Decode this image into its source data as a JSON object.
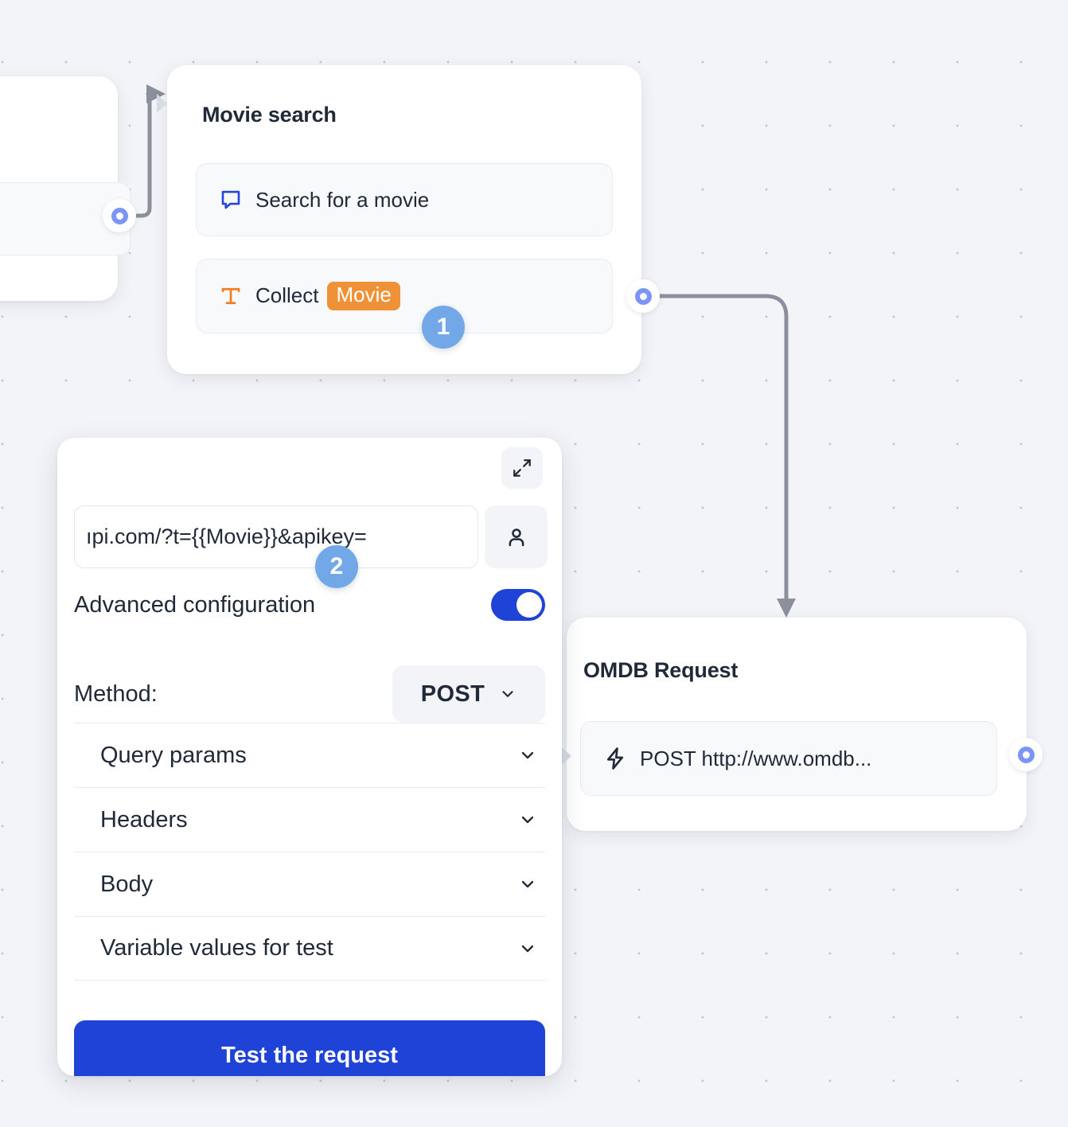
{
  "canvas": {
    "background_color": "#f2f4f8",
    "dot_color": "#c3c9da"
  },
  "nodes": [
    {
      "id": "movie-search",
      "title": "Movie search",
      "rows": [
        {
          "icon": "chat-bubble-icon",
          "label": "Search for a movie",
          "icon_color": "#2546d8"
        },
        {
          "icon": "text-t-icon",
          "label": "Collect",
          "chip": "Movie",
          "icon_color": "#ef7f24",
          "chip_color": "#ef9237"
        }
      ]
    },
    {
      "id": "omdb-request",
      "title": "OMDB Request",
      "rows": [
        {
          "icon": "lightning-bolt-icon",
          "label": "POST http://www.omdb...",
          "icon_color": "#222a3a"
        }
      ]
    }
  ],
  "config_panel": {
    "expand_icon": "expand-diagonal-icon",
    "url": {
      "value": "ıpi.com/?t={{Movie}}&apikey=",
      "placeholder": "Enter request URL"
    },
    "user_icon": "person-icon",
    "advanced": {
      "label": "Advanced configuration",
      "toggle_on": true,
      "toggle_color": "#1f43d6"
    },
    "method": {
      "label": "Method:",
      "value": "POST",
      "chevron_icon": "chevron-down-icon"
    },
    "accordions": [
      {
        "label": "Query params",
        "icon": "chevron-down-icon",
        "expanded": false
      },
      {
        "label": "Headers",
        "icon": "chevron-down-icon",
        "expanded": false
      },
      {
        "label": "Body",
        "icon": "chevron-down-icon",
        "expanded": false
      },
      {
        "label": "Variable values for test",
        "icon": "chevron-down-icon",
        "expanded": false
      }
    ],
    "test_button": {
      "label": "Test the request",
      "color": "#1f43d6"
    }
  },
  "badges": [
    {
      "number": "1",
      "color": "#73a8e8"
    },
    {
      "number": "2",
      "color": "#73a8e8"
    }
  ],
  "ports": [
    {
      "id": "partial-left-out",
      "color": "#7b95f7"
    },
    {
      "id": "movie-search-out",
      "color": "#7b95f7"
    },
    {
      "id": "omdb-out",
      "color": "#7b95f7"
    }
  ],
  "edges": [
    {
      "from": "partial-left-out",
      "to": "movie-search-in",
      "color": "#8b909c"
    },
    {
      "from": "movie-search-out",
      "to": "omdb-in",
      "color": "#8b909c"
    }
  ]
}
